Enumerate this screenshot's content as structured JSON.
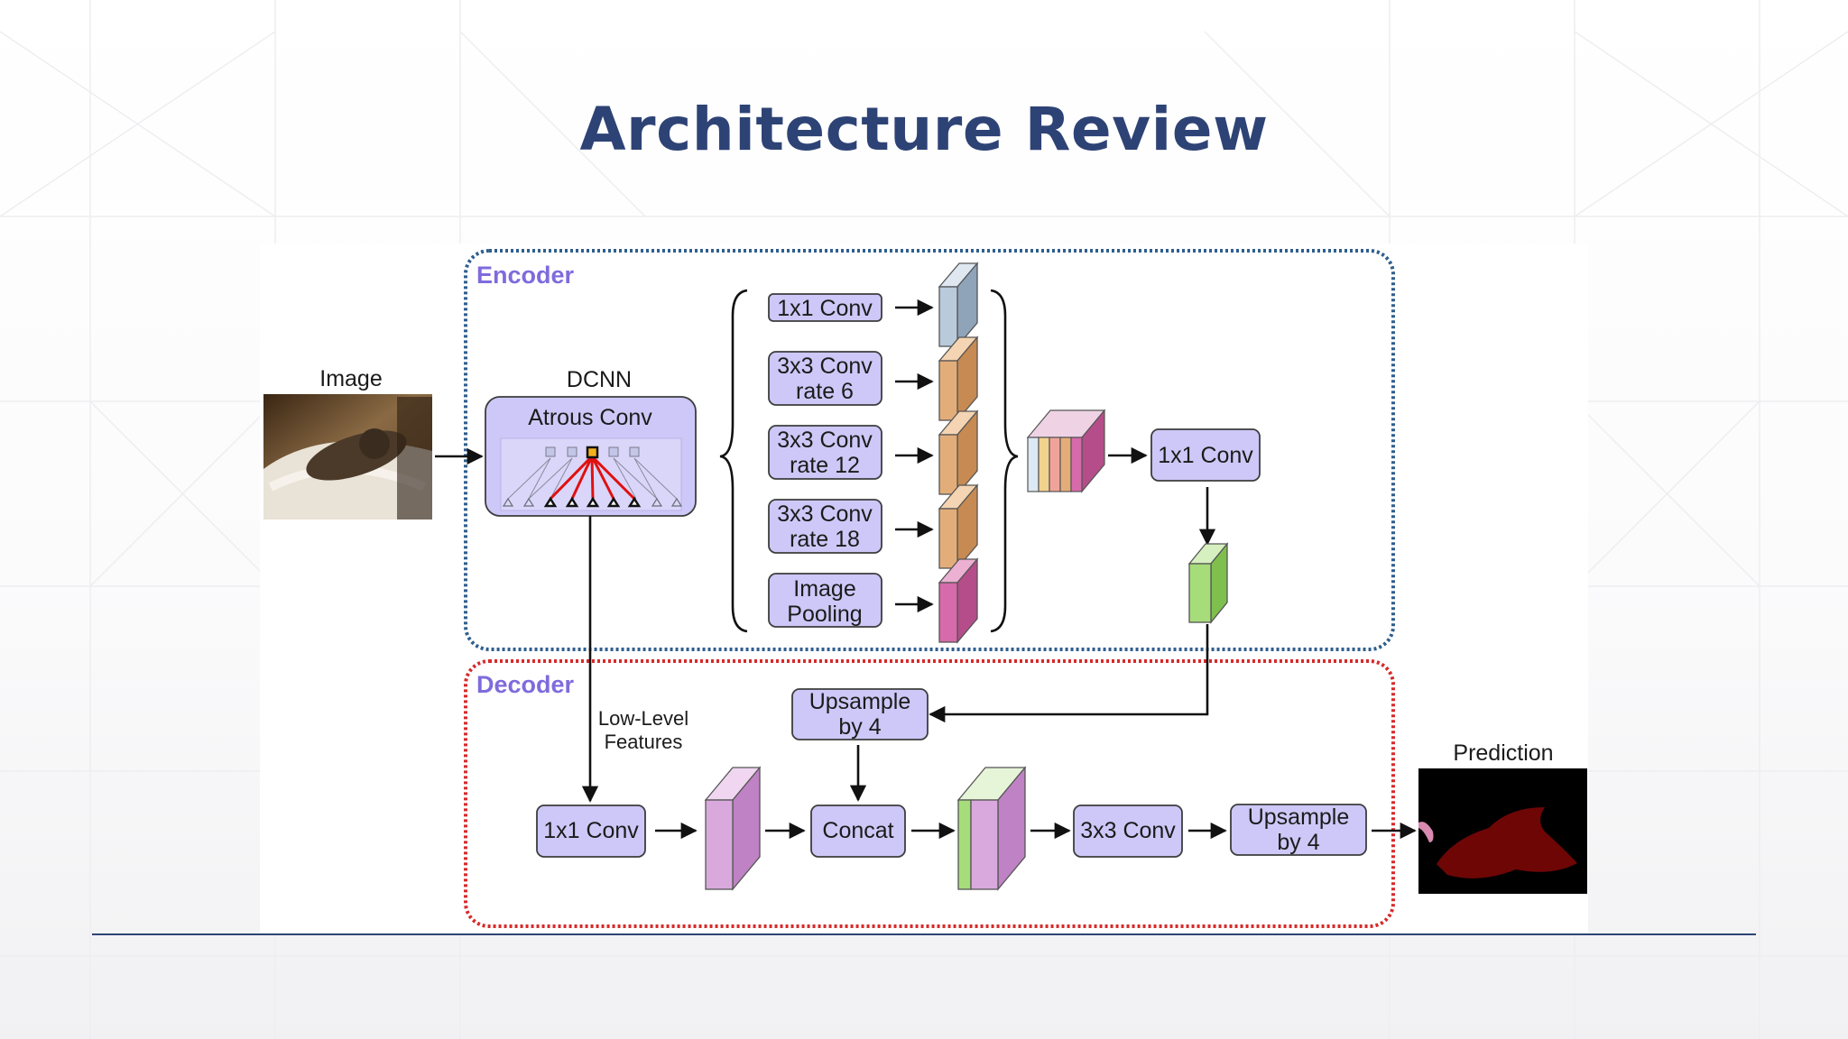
{
  "slide": {
    "title": "Architecture Review"
  },
  "labels": {
    "image": "Image",
    "dcnn": "DCNN",
    "prediction": "Prediction",
    "encoder": "Encoder",
    "decoder": "Decoder",
    "low_level_1": "Low-Level",
    "low_level_2": "Features"
  },
  "encoder": {
    "atrous_conv": "Atrous Conv",
    "branches": [
      {
        "line1": "1x1 Conv",
        "line2": ""
      },
      {
        "line1": "3x3 Conv",
        "line2": "rate 6"
      },
      {
        "line1": "3x3 Conv",
        "line2": "rate 12"
      },
      {
        "line1": "3x3 Conv",
        "line2": "rate 18"
      },
      {
        "line1": "Image",
        "line2": "Pooling"
      }
    ],
    "fuse_conv": "1x1 Conv"
  },
  "decoder": {
    "low_level_conv": "1x1 Conv",
    "upsample_top_1": "Upsample",
    "upsample_top_2": "by 4",
    "concat": "Concat",
    "conv3x3": "3x3 Conv",
    "upsample_final_1": "Upsample",
    "upsample_final_2": "by 4"
  },
  "colors": {
    "title": "#2e4375",
    "box_fill": "#cdc8f7",
    "encoder_border": "#2e5e8e",
    "decoder_border": "#d62a2a",
    "section_label": "#7f6bdc",
    "feature_blue": "#b9cadb",
    "feature_orange": "#e3ad7a",
    "feature_pink": "#d66aaa",
    "feature_green": "#a6dd7a",
    "feature_lilac": "#d9a9dd",
    "feature_yellow": "#f2d38d",
    "feature_red": "#f0a39a"
  }
}
